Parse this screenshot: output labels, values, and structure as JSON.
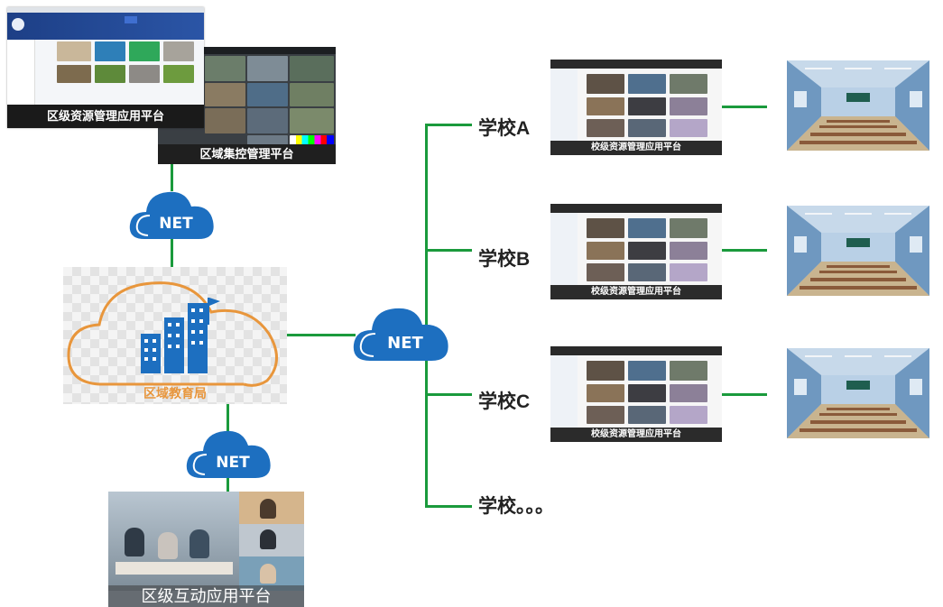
{
  "top_platforms": {
    "resource_platform": {
      "label": "区级资源管理应用平台"
    },
    "control_platform": {
      "label": "区域集控管理平台"
    }
  },
  "network": {
    "net_label": "NET"
  },
  "bureau": {
    "label": "区域教育局"
  },
  "interactive_platform": {
    "label": "区级互动应用平台"
  },
  "schools": [
    {
      "label": "学校A",
      "platform_caption": "校级资源管理应用平台"
    },
    {
      "label": "学校B",
      "platform_caption": "校级资源管理应用平台"
    },
    {
      "label": "学校C",
      "platform_caption": "校级资源管理应用平台"
    },
    {
      "label": "学校。。。"
    }
  ],
  "colors": {
    "connector_green": "#1a9a3c",
    "cloud_blue": "#1d6fc0",
    "bureau_orange": "#e8963c",
    "caption_bar": "#2b2b2b"
  }
}
